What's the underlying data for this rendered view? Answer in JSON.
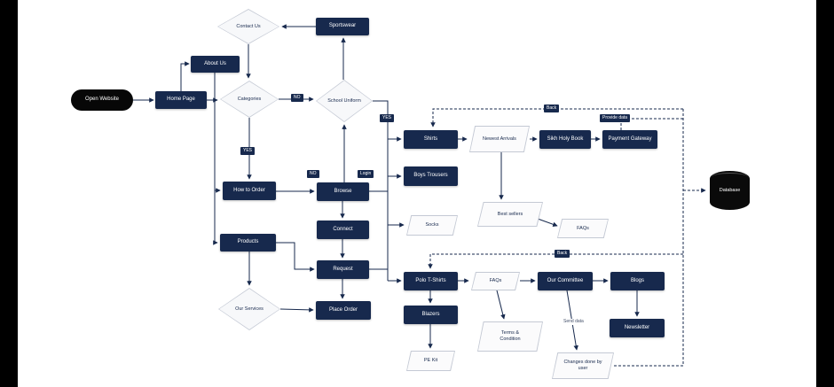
{
  "diagram": {
    "nodes": {
      "open_website": "Open Website",
      "home_page": "Home Page",
      "about_us": "About Us",
      "contact_us": "Contact Us",
      "sportswear": "Sportswear",
      "categories": "Categories",
      "school_uniform": "School Uniform",
      "how_to_order": "How to Order",
      "browse": "Browse",
      "connect": "Connect",
      "products": "Products",
      "request": "Request",
      "our_services": "Our Services",
      "place_order": "Place Order",
      "shirts": "Shirts",
      "boys_trousers": "Boys Trousers",
      "socks": "Socks",
      "newest_arrivals": "Newest Arrivals",
      "sikh_holy_book": "Sikh Holy Book",
      "payment_gateway": "Payment Gateway",
      "best_sellers": "Best sellers",
      "faqs_top": "FAQs",
      "database": "Database",
      "polo_tshirts": "Polo T-Shirts",
      "faqs_bottom": "FAQs",
      "our_committee": "Our Committee",
      "blogs": "Blogs",
      "blazers": "Blazers",
      "newsletter": "Newsletter",
      "terms_condition": "Terms & Condition",
      "pe_kit": "PE Kit",
      "changes_done": "Changes done by user"
    },
    "edge_labels": {
      "no_categories": "NO",
      "yes_categories": "YES",
      "no_browse": "NO",
      "login": "Login",
      "yes_uniform": "YES",
      "back_top": "Back",
      "back_bottom": "Back",
      "provide_data": "Provide data",
      "send_data": "Send data"
    },
    "colors": {
      "navy": "#17294d",
      "light_fill": "#f7f8fa",
      "black": "#0a0a0a"
    }
  }
}
